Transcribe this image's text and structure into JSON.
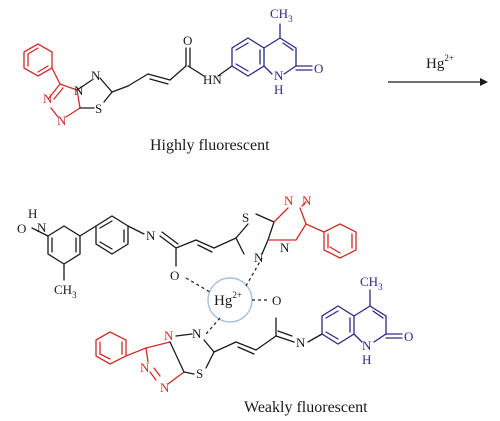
{
  "colors": {
    "bond": "#1a1a1a",
    "heterocycle": "#d42a2a",
    "quinolinone": "#2a2a88",
    "hg_circle": "#a8c2de"
  },
  "reagent": {
    "symbol": "Hg",
    "charge": "2+"
  },
  "labels": {
    "top_caption": "Highly fluorescent",
    "bottom_caption": "Weakly fluorescent"
  },
  "atoms": {
    "o": "O",
    "n": "N",
    "s": "S",
    "h": "H",
    "ch3_c": "CH",
    "ch3_sub": "3"
  },
  "complex": {
    "metal": "Hg",
    "charge": "2+"
  }
}
